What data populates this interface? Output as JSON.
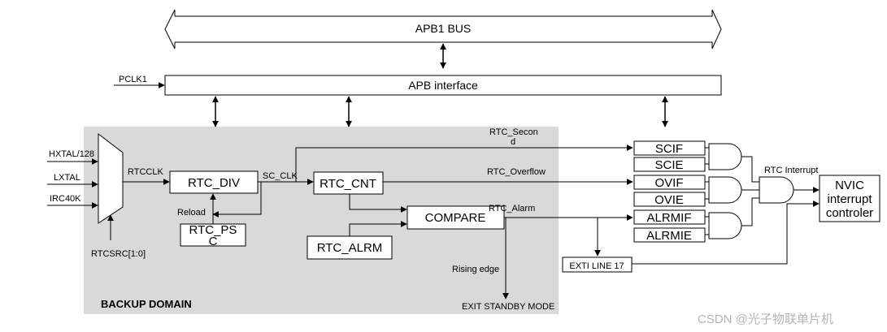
{
  "bus": {
    "apb1": "APB1 BUS",
    "apb_interface": "APB  interface",
    "pclk1": "PCLK1"
  },
  "domain": {
    "backup": "BACKUP DOMAIN"
  },
  "inputs": {
    "hxtal": "HXTAL/128",
    "lxtal": "LXTAL",
    "irc40k": "IRC40K",
    "rtcsrc": "RTCSRC[1:0]"
  },
  "blocks": {
    "rtc_div": "RTC_DIV",
    "rtc_cnt": "RTC_CNT",
    "compare": "COMPARE",
    "rtc_alrm": "RTC_ALRM",
    "rtc_psc_line1": "RTC_PS",
    "rtc_psc_line2": "C"
  },
  "signals": {
    "rtcclk": "RTCCLK",
    "sc_clk": "SC_CLK",
    "reload": "Reload",
    "rtc_second_line1": "RTC_Secon",
    "rtc_second_line2": "d",
    "rtc_overflow": "RTC_Overflow",
    "rtc_alarm": "RTC_Alarm",
    "rising_edge": "Rising edge",
    "exit_standby": "EXIT STANDBY MODE",
    "rtc_interrupt": "RTC Interrupt"
  },
  "flags": {
    "scif": "SCIF",
    "scie": "SCIE",
    "ovif": "OVIF",
    "ovie": "OVIE",
    "alrmif": "ALRMIF",
    "alrmie": "ALRMIE"
  },
  "exti": "EXTI LINE 17",
  "nvic": {
    "line1": "NVIC",
    "line2": "interrupt",
    "line3": "controler"
  },
  "watermark": "CSDN @光子物联单片机",
  "colors": {
    "domain_fill": "#d9d9d9",
    "line": "#000000",
    "watermark": "#b4b4b4"
  }
}
